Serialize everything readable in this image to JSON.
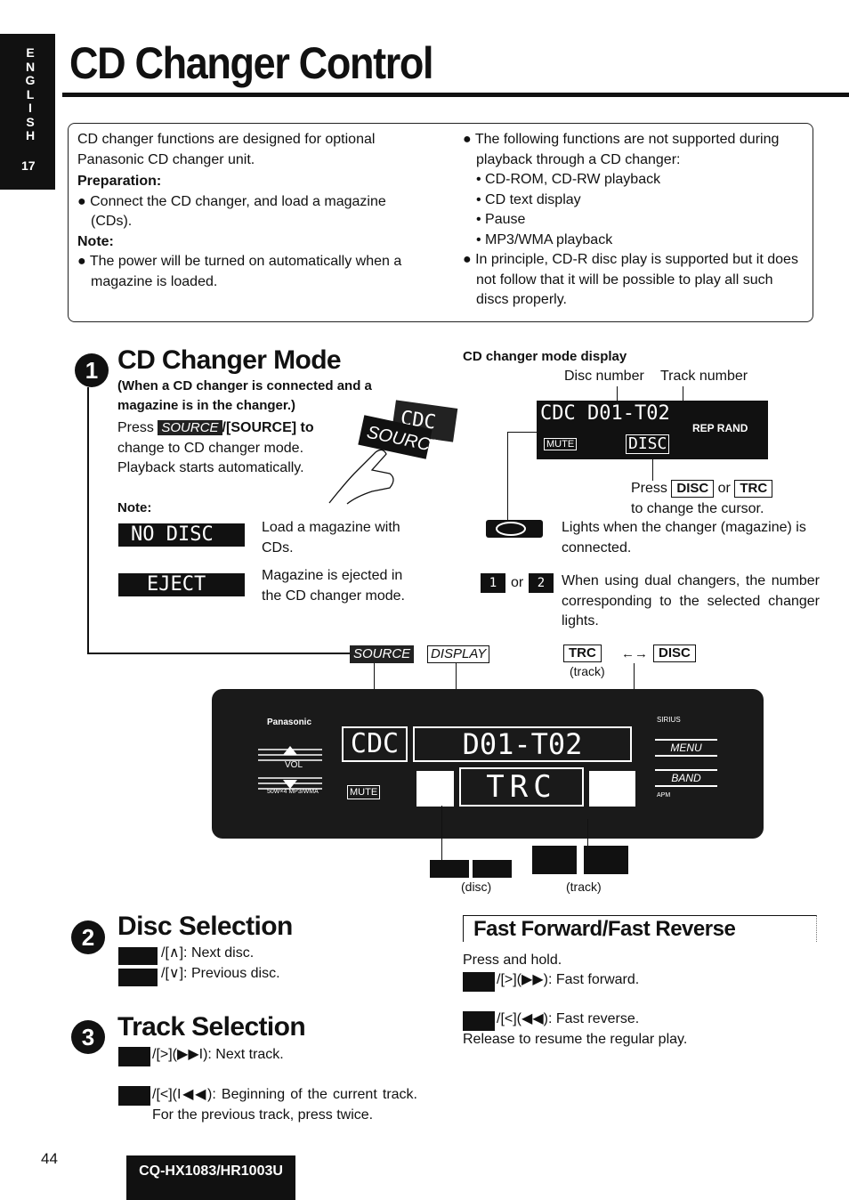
{
  "side_tab": {
    "letters": [
      "E",
      "N",
      "G",
      "L",
      "I",
      "S",
      "H"
    ],
    "page_section": "17"
  },
  "title": "CD Changer Control",
  "intro": {
    "left": {
      "p1": "CD changer functions are designed for optional Panasonic CD changer unit.",
      "prep_heading": "Preparation:",
      "prep_item": "Connect the CD changer, and load a magazine (CDs).",
      "note_heading": "Note:",
      "note_item": "The power will be turned on automatically when a magazine is loaded."
    },
    "right": {
      "b1": "The following functions are not supported during playback through a CD changer:",
      "sub": [
        "CD-ROM, CD-RW playback",
        "CD text display",
        "Pause",
        "MP3/WMA playback"
      ],
      "b2": "In principle, CD-R disc play is supported but it does not follow that it will be possible to play all such discs properly."
    }
  },
  "section1": {
    "number": "1",
    "title": "CD Changer Mode",
    "subtitle": "(When a CD changer is connected and a magazine is in the changer.)",
    "press": "Press",
    "source_key": "SOURCE",
    "source_bracket": "/[SOURCE] to",
    "body2": "change to CD changer mode.",
    "body3": "Playback starts automatically.",
    "lcd_corner": "CDC",
    "source_btn": "SOURCE",
    "note_heading": "Note:",
    "no_disc_lcd": "NO DISC",
    "no_disc_text": "Load a magazine with CDs.",
    "eject_lcd": "EJECT",
    "eject_text": "Magazine is ejected in the CD changer mode."
  },
  "mode_display": {
    "heading": "CD changer mode display",
    "disc_number": "Disc number",
    "track_number": "Track number",
    "lcd_main": "CDC D01-T02",
    "rep_rand": "REP RAND",
    "mute": "MUTE",
    "disc_lcd": "DISC",
    "press": "Press",
    "disc_key": "DISC",
    "or": "or",
    "trc_key": "TRC",
    "cursor_text": "to change the cursor.",
    "lights_text": "Lights when the changer (magazine) is connected.",
    "dual_num1": "1",
    "dual_or": "or",
    "dual_num2": "2",
    "dual_text": "When using dual changers, the number corresponding to the selected changer lights."
  },
  "faceplate": {
    "source_label": "SOURCE",
    "display_label": "DISPLAY",
    "trc_label": "TRC",
    "disc_label": "DISC",
    "track_caption": "(track)",
    "brand": "Panasonic",
    "vol": "VOL",
    "lcd_left": "CDC",
    "lcd_main": "D01-T02",
    "lcd_trc": "TRC",
    "mute": "MUTE",
    "menu": "MENU",
    "band": "BAND",
    "sirius": "SIRIUS",
    "spec": "50W×4 MP3/WMA",
    "apm": "APM",
    "disc_caption": "(disc)",
    "track_caption2": "(track)"
  },
  "section2": {
    "number": "2",
    "title": "Disc Selection",
    "next": "/[∧]: Next disc.",
    "prev": "/[∨]: Previous disc."
  },
  "section3": {
    "number": "3",
    "title": "Track Selection",
    "next": "/[>](▶▶I): Next track.",
    "prev": "/[<](I◀◀): Beginning of the current track. For the previous track, press twice."
  },
  "ffr": {
    "title": "Fast Forward/Fast Reverse",
    "press_hold": "Press and hold.",
    "ff": "/[>](▶▶): Fast forward.",
    "fr": "/[<](◀◀): Fast reverse.",
    "release": "Release to resume the regular play."
  },
  "footer": {
    "page": "44",
    "model": "CQ-HX1083/HR1003U"
  }
}
